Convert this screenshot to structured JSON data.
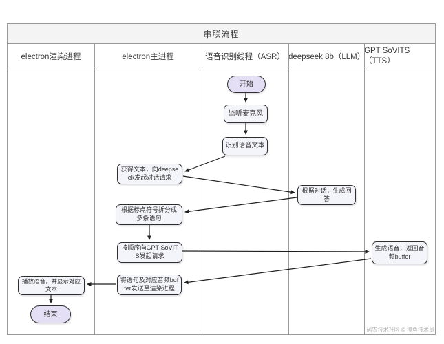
{
  "diagram": {
    "title": "串联流程",
    "lanes": [
      {
        "label": "electron渲染进程"
      },
      {
        "label": "electron主进程"
      },
      {
        "label": "语音识别线程（ASR）"
      },
      {
        "label": "deepseek 8b（LLM）"
      },
      {
        "label": "GPT SoVITS（TTS）"
      }
    ],
    "nodes": {
      "start": "开始",
      "listen": "监听麦克风",
      "recognize": "识别语音文本",
      "get_text": "获得文本，向deepseek发起对话请求",
      "answer": "根据对话，生成回答",
      "split": "根据标点符号拆分成多条语句",
      "request_tts": "按顺序向GPT-SoVITS发起请求",
      "tts": "生成语音，返回音频buffer",
      "send": "将语句及对应音频buffer发送至渲染进程",
      "play": "播放语音，并显示对应文本",
      "end": "结束"
    },
    "colors": {
      "terminal_fill": "#e5dff5",
      "process_fill": "#f4f4fb",
      "node_border": "#2f2f2f",
      "grid_line": "#9a9a9a",
      "title_bg": "#f4f4f4",
      "arrow": "#1f1f1f"
    },
    "watermark": "码农技术社区 © 摸鱼技术员"
  }
}
